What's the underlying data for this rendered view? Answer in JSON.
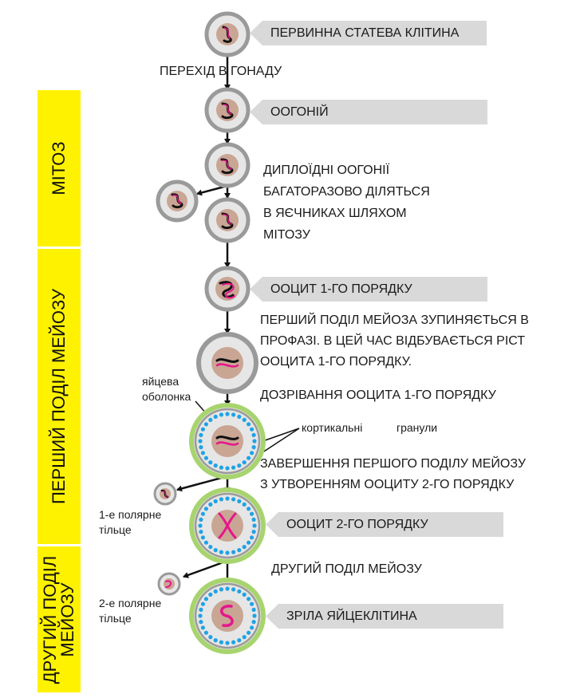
{
  "stages": {
    "mitosis": "МІТОЗ",
    "meiosis1": "ПЕРШИЙ ПОДІЛ МЕЙОЗУ",
    "meiosis2_line1": "ДРУГИЙ ПОДІЛ",
    "meiosis2_line2": "МЕЙОЗУ"
  },
  "tags": {
    "primordial": "ПЕРВИННА СТАТЕВА КЛІТИНА",
    "oogonium": "ООГОНІЙ",
    "oocyte1": "ООЦИТ 1-ГО ПОРЯДКУ",
    "oocyte2": "ООЦИТ 2-ГО ПОРЯДКУ",
    "mature_egg": "ЗРІЛА ЯЙЦЕКЛІТИНА"
  },
  "texts": {
    "transition": "ПЕРЕХІД В ГОНАДУ",
    "diploid_1": "ДИПЛОЇДНІ ООГОНІЇ",
    "diploid_2": "БАГАТОРАЗОВО ДІЛЯТЬСЯ",
    "diploid_3": "В ЯЄЧНИКАХ ШЛЯХОМ",
    "diploid_4": "МІТОЗУ",
    "prophase_1": "ПЕРШИЙ ПОДІЛ МЕЙОЗА ЗУПИНЯЄТЬСЯ В",
    "prophase_2": "ПРОФАЗІ. В ЦЕЙ ЧАС ВІДБУВАЄТЬСЯ РІСТ",
    "prophase_3": "ООЦИТА 1-ГО ПОРЯДКУ.",
    "maturation": "ДОЗРІВАННЯ ООЦИТА 1-ГО ПОРЯДКУ",
    "completion_1": "ЗАВЕРШЕННЯ ПЕРШОГО ПОДІЛУ МЕЙОЗУ",
    "completion_2": "З УТВОРЕННЯМ ООЦИТУ 2-ГО ПОРЯДКУ",
    "second_division": "ДРУГИЙ ПОДІЛ МЕЙОЗУ"
  },
  "labels": {
    "egg_envelope_1": "яйцева",
    "egg_envelope_2": "оболонка",
    "cortical": "кортикальні",
    "granules": "гранули",
    "polar1_1": "1-е полярне",
    "polar1_2": "тільце",
    "polar2_1": "2-е полярне",
    "polar2_2": "тільце"
  },
  "colors": {
    "stage_bar": "#fff200",
    "tag_bg": "#d9d9d9",
    "cell_rim": "#9a9a9a",
    "cytoplasm": "#e6e6e6",
    "nucleus": "#c9a594",
    "chromosome_pink": "#e6168c",
    "chromosome_dark": "#1a1a1a",
    "zona_green": "#a8d46f",
    "cortical_granule": "#1ea3e6"
  }
}
